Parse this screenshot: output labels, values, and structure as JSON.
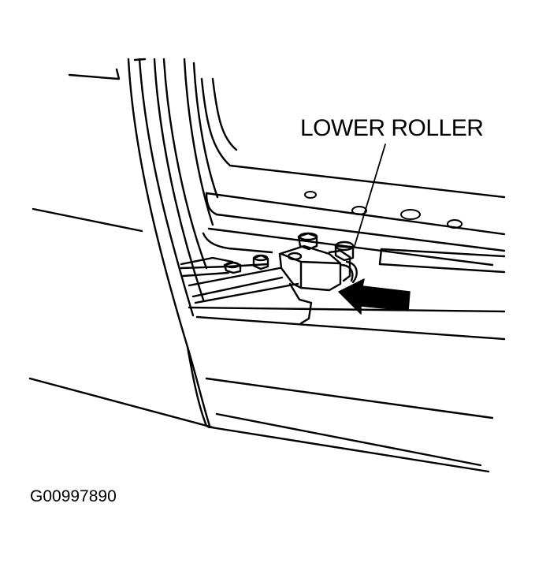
{
  "figure": {
    "callout_label": "LOWER ROLLER",
    "figure_id": "G00997890",
    "subject": "sliding door lower roller assembly on lower rail",
    "line_color": "#000000",
    "background_color": "#ffffff",
    "arrow_direction": "left"
  }
}
